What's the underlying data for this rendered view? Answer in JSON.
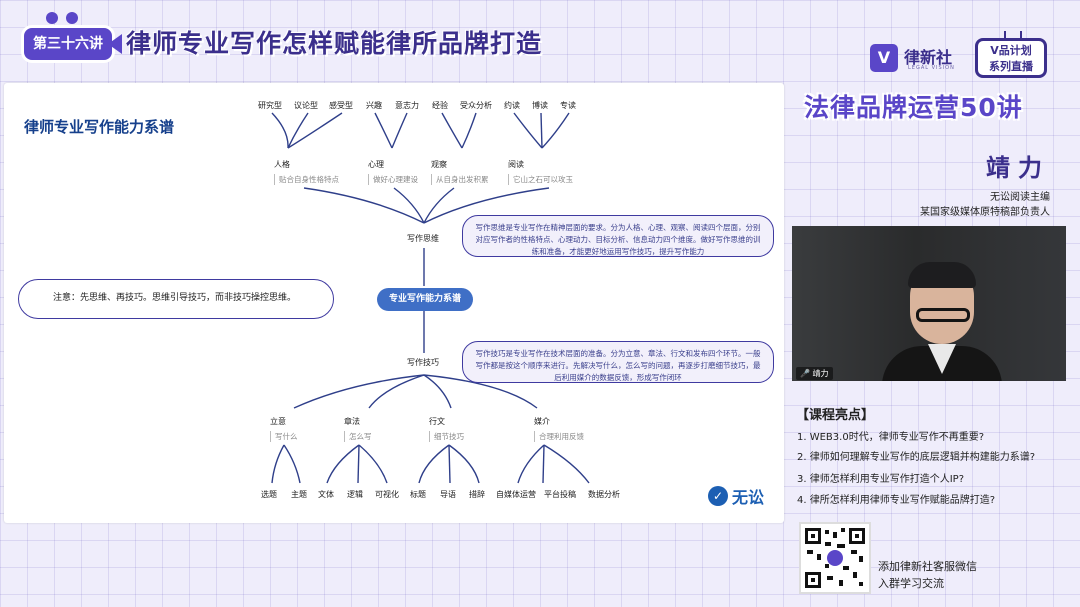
{
  "header": {
    "lesson_badge": "第三十六讲",
    "title": "律师专业写作怎样赋能律所品牌打造"
  },
  "slide": {
    "title": "律师专业写作能力系谱",
    "top_leaves": [
      "研究型",
      "议论型",
      "感受型",
      "兴趣",
      "意志力",
      "经验",
      "受众分析",
      "约读",
      "博读",
      "专读"
    ],
    "top_categories": [
      {
        "name": "人格",
        "desc": "贴合自身性格特点"
      },
      {
        "name": "心理",
        "desc": "做好心理建设"
      },
      {
        "name": "观察",
        "desc": "从自身出发积累"
      },
      {
        "name": "阅读",
        "desc": "它山之石可以攻玉"
      }
    ],
    "thinking_label": "写作思维",
    "thinking_bubble": "写作思维是专业写作在精神层面的要求。分为人格、心理、观察、阅读四个层面，分别对应写作者的性格特点、心理动力、目标分析、信息动力四个维度。做好写作思维的训练和准备，才能更好地运用写作技巧，提升写作能力",
    "center": "专业写作能力系谱",
    "note": "注意：先思维、再技巧。思维引导技巧，而非技巧操控思维。",
    "skill_label": "写作技巧",
    "skill_bubble": "写作技巧是专业写作在技术层面的准备。分为立意、章法、行文和发布四个环节。一般写作都是按这个顺序来进行。先解决写什么，怎么写的问题，再逐步打磨细节技巧，最后利用媒介的数据反馈，形成写作闭环",
    "bottom_categories": [
      {
        "name": "立意",
        "desc": "写什么"
      },
      {
        "name": "章法",
        "desc": "怎么写"
      },
      {
        "name": "行文",
        "desc": "细节技巧"
      },
      {
        "name": "媒介",
        "desc": "合理利用反馈"
      }
    ],
    "bottom_leaves": [
      "选题",
      "主题",
      "文体",
      "逻辑",
      "可视化",
      "标题",
      "导语",
      "措辞",
      "自媒体运营",
      "平台投稿",
      "数据分析"
    ],
    "brand": "无讼"
  },
  "panel": {
    "logo_text": "律新社",
    "logo_sub": "LEGAL VISION",
    "tv_line1": "V品计划",
    "tv_line2": "系列直播",
    "series_title": "法律品牌运营50讲",
    "speaker_name": "靖力",
    "speaker_role1": "无讼阅读主编",
    "speaker_role2": "某国家级媒体原特稿部负责人",
    "video_tag": "靖力",
    "highlights_title": "【课程亮点】",
    "highlights": [
      "1. WEB3.0时代，律师专业写作不再重要?",
      "2. 律师如何理解专业写作的底层逻辑并构建能力系谱?",
      "3. 律师怎样利用专业写作打造个人IP?",
      "4. 律所怎样利用律师专业写作赋能品牌打造?"
    ],
    "qr_line1": "添加律新社客服微信",
    "qr_line2": "入群学习交流"
  },
  "colors": {
    "brand_purple": "#5a46c8",
    "deep_purple": "#3b2f8c",
    "slide_blue": "#3f6fc6"
  }
}
